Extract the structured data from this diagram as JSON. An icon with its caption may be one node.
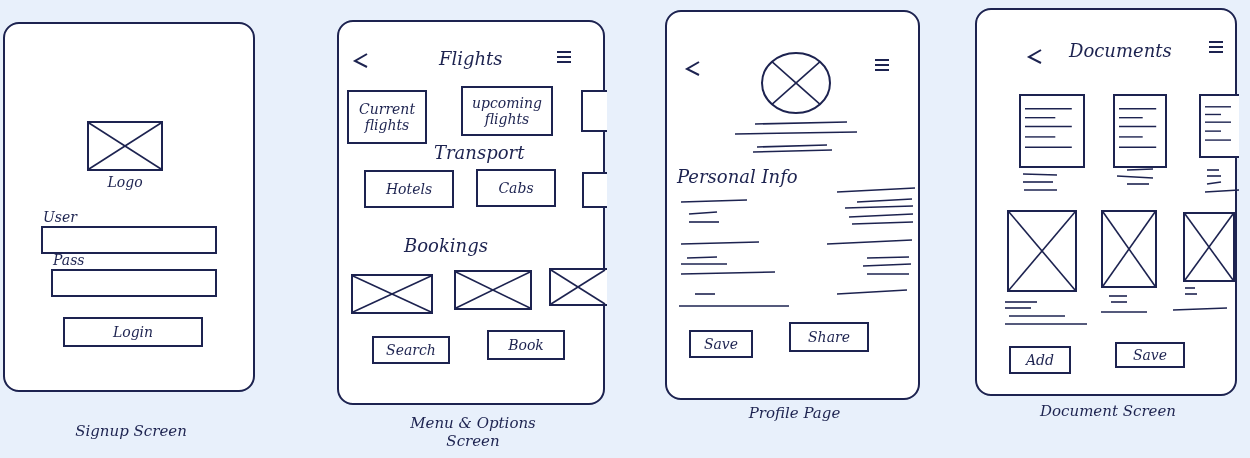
{
  "diagram": {
    "nodes": [
      {
        "text": [],
        "shape": "box",
        "beside": [
          "Signup Screen"
        ]
      },
      {
        "text": [],
        "shape": "box",
        "beside": [
          "Logo"
        ],
        "in": 0
      },
      {
        "text": [],
        "shape": "box",
        "beside": [
          "User"
        ],
        "in": 0
      },
      {
        "text": [],
        "shape": "box",
        "beside": [
          "Pass"
        ],
        "in": 0
      },
      {
        "text": [
          "Login"
        ],
        "in": 0
      },
      {
        "text": [
          "Flights",
          "Transport",
          "Bookings"
        ],
        "beside": [
          "Menu & Options Screen"
        ]
      },
      {
        "text": [
          "Current flights"
        ],
        "in": 5
      },
      {
        "text": [
          "upcoming flights"
        ],
        "in": 5
      },
      {
        "text": [],
        "shape": "box",
        "in": 5
      },
      {
        "text": [
          "Hotels"
        ],
        "in": 5
      },
      {
        "text": [
          "Cabs"
        ],
        "in": 5
      },
      {
        "text": [],
        "shape": "box",
        "in": 5
      },
      {
        "text": [],
        "shape": "box",
        "in": 5
      },
      {
        "text": [],
        "shape": "box",
        "in": 5
      },
      {
        "text": [],
        "shape": "box",
        "in": 5
      },
      {
        "text": [
          "Search"
        ],
        "in": 5
      },
      {
        "text": [
          "Book"
        ],
        "in": 5
      },
      {
        "text": [
          "Personal Info"
        ],
        "beside": [
          "Profile Page"
        ]
      },
      {
        "text": [],
        "shape": "circle",
        "in": 17
      },
      {
        "text": [
          "Save"
        ],
        "in": 17
      },
      {
        "text": [
          "Share"
        ],
        "in": 17
      },
      {
        "text": [
          "Documents"
        ],
        "beside": [
          "Document Screen"
        ]
      },
      {
        "text": [],
        "shape": "picture",
        "in": 21
      },
      {
        "text": [],
        "shape": "picture",
        "in": 21
      },
      {
        "text": [],
        "shape": "picture",
        "in": 21
      },
      {
        "text": [],
        "shape": "box",
        "in": 21
      },
      {
        "text": [],
        "shape": "box",
        "in": 21
      },
      {
        "text": [],
        "shape": "box",
        "in": 21
      },
      {
        "text": [
          "Add"
        ],
        "in": 21
      },
      {
        "text": [
          "Save"
        ],
        "in": 21
      }
    ]
  }
}
